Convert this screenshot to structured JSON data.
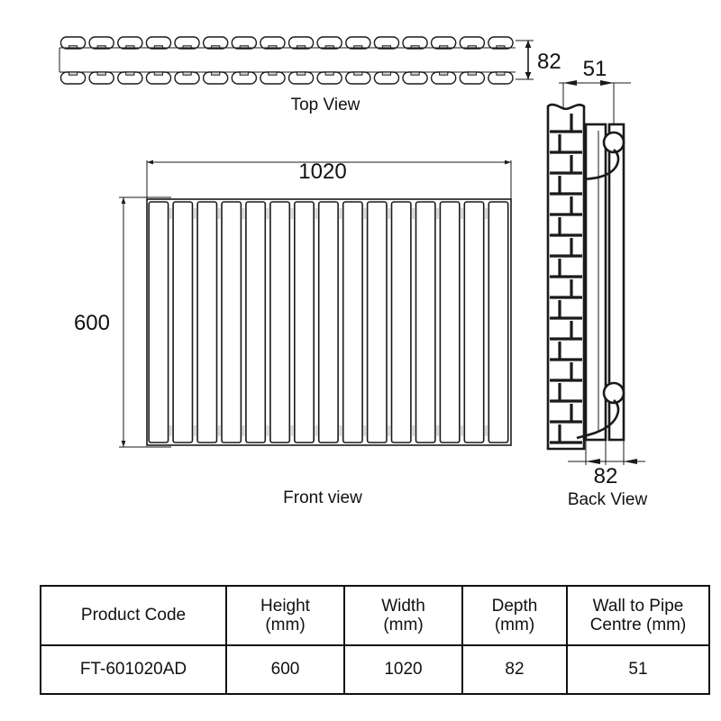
{
  "drawing": {
    "title_top_view": "Top View",
    "title_front_view": "Front view",
    "title_back_view": "Back View",
    "dimensions": {
      "top_depth": "82",
      "front_width": "1020",
      "front_height": "600",
      "back_wall_to_pipe": "51",
      "back_depth": "82"
    },
    "geometry": {
      "top_view_fin_count": 16,
      "front_view_fin_count": 15,
      "stroke_color": "#1a1a1a",
      "fill_color": "#ffffff",
      "shade_color": "#d8d8d8"
    }
  },
  "spec_table": {
    "columns": [
      {
        "label": "Product Code",
        "unit": ""
      },
      {
        "label": "Height",
        "unit": "(mm)"
      },
      {
        "label": "Width",
        "unit": "(mm)"
      },
      {
        "label": "Depth",
        "unit": "(mm)"
      },
      {
        "label": "Wall to Pipe",
        "unit": "Centre (mm)"
      }
    ],
    "rows": [
      {
        "product_code": "FT-601020AD",
        "height": "600",
        "width": "1020",
        "depth": "82",
        "wall_to_pipe_centre": "51"
      }
    ]
  }
}
